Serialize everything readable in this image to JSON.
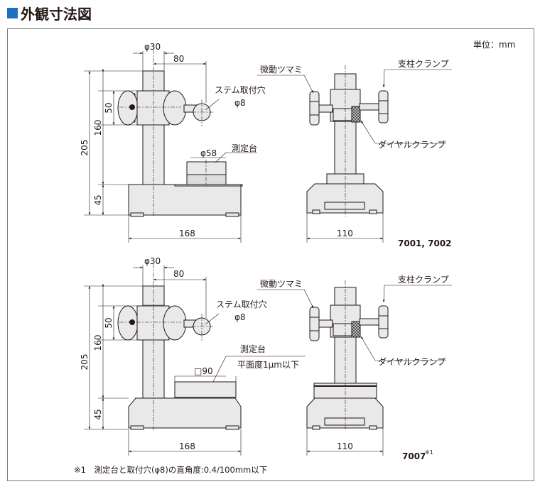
{
  "header": {
    "title": "外観寸法図"
  },
  "unit_label": "単位：mm",
  "labels": {
    "bore": "φ30",
    "reach": "80",
    "height_total": "205",
    "height_stem": "160",
    "height_clamp": "50",
    "height_base": "45",
    "width_base": "168",
    "width_front": "110",
    "stem_hole": "ステム取付穴",
    "stem_hole_dia": "φ8",
    "table_dia": "φ58",
    "table_sq": "□90",
    "table": "測定台",
    "flatness": "平面度1μm以下",
    "fine_adjust": "微動ツマミ",
    "column_clamp": "支柱クランプ",
    "dial_clamp": "ダイヤルクランプ"
  },
  "models": {
    "top": "7001, 7002",
    "bottom": "7007",
    "bottom_note_mark": "※1"
  },
  "footnote": "※1　測定台と取付穴(φ8)の直角度:0.4/100mm以下",
  "colors": {
    "accent": "#1f6fc1",
    "fill": "#e9e9e9",
    "line": "#231815"
  }
}
